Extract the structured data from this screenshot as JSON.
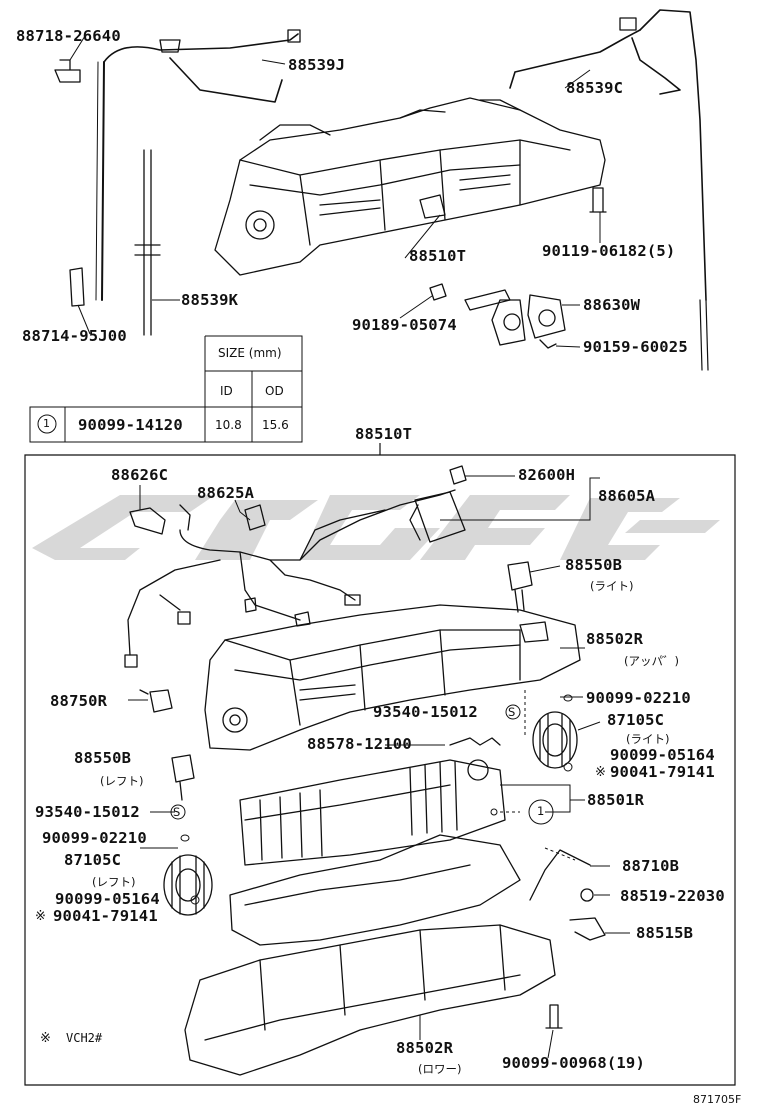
{
  "upper_labels": {
    "p88718_26640": "88718-26640",
    "p88539J": "88539J",
    "p88539C": "88539C",
    "p88510T_top": "88510T",
    "p90119": "90119-06182(5)",
    "p88539K": "88539K",
    "p88714": "88714-95J00",
    "p90189": "90189-05074",
    "p88630W": "88630W",
    "p90159": "90159-60025"
  },
  "size_table": {
    "header": "SIZE (mm)",
    "col_id": "ID",
    "col_od": "OD",
    "row_marker": "1",
    "row_part": "90099-14120",
    "row_id": "10.8",
    "row_od": "15.6"
  },
  "box_title": "88510T",
  "lower_labels": {
    "p88626C": "88626C",
    "p88625A": "88625A",
    "p82600H": "82600H",
    "p88605A": "88605A",
    "p88550B_r": "88550B",
    "s_raito1": "(ライト)",
    "p88502R_a": "88502R",
    "s_appa": "(アッパ゛)",
    "p88750R": "88750R",
    "p90099_02210_r": "90099-02210",
    "p93540_r": "93540-15012",
    "p87105C_r": "87105C",
    "s_raito2": "(ライト)",
    "p88578": "88578-12100",
    "p88550B_l": "88550B",
    "s_refuto1": "(レフト)",
    "p90099_05164_r": "90099-05164",
    "p90041_r": "90041-79141",
    "p93540_l": "93540-15012",
    "p88501R": "88501R",
    "p90099_02210_l": "90099-02210",
    "p87105C_l": "87105C",
    "s_refuto2": "(レフト)",
    "p88710B": "88710B",
    "p90099_05164_l": "90099-05164",
    "p88519": "88519-22030",
    "p90041_l": "90041-79141",
    "p88515B": "88515B",
    "note": "VCH2#",
    "p88502R_b": "88502R",
    "s_rowa": "(ロワー)",
    "p90099_00968": "90099-00968(19)"
  },
  "markers": {
    "star": "※",
    "circled_s": "S",
    "circled_1": "1"
  },
  "diagram_code": "871705F",
  "colors": {
    "ink": "#111111",
    "watermark": "#d9d9d9"
  },
  "icons": [
    "watermark-logo",
    "circled-s-icon",
    "circled-one-icon",
    "star-note-icon"
  ]
}
